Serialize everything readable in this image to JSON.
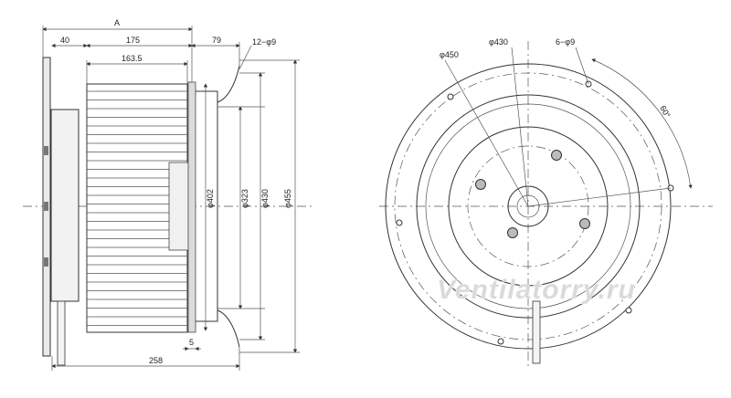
{
  "side_view": {
    "dim_A": "A",
    "dim_40": "40",
    "dim_175": "175",
    "dim_79": "79",
    "dim_bolt": "12−φ9",
    "dim_163_5": "163.5",
    "dim_402": "φ402",
    "dim_323": "φ323",
    "dim_430": "φ430",
    "dim_455": "φ455",
    "dim_5": "5",
    "dim_258": "258"
  },
  "front_view": {
    "dim_450": "φ450",
    "dim_430": "φ430",
    "dim_bolt": "6−φ9",
    "angle": "60°"
  },
  "watermark": "Ventilatorry.ru"
}
